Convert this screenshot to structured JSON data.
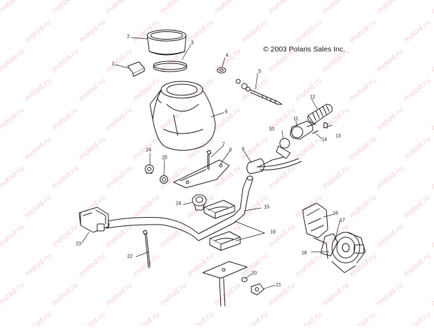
{
  "copyright": "© 2003 Polaris Sales Inc.",
  "watermark": "motod.ru",
  "colors": {
    "line": "#1a1a1a",
    "watermark": "#f2cccc",
    "background": "#ffffff"
  },
  "callouts": [
    "1",
    "2",
    "3",
    "4",
    "5",
    "6",
    "7",
    "8",
    "9",
    "10",
    "11",
    "12",
    "13",
    "14",
    "15",
    "16",
    "17",
    "18",
    "19",
    "20",
    "21",
    "22",
    "23",
    "24",
    "24",
    "25"
  ]
}
